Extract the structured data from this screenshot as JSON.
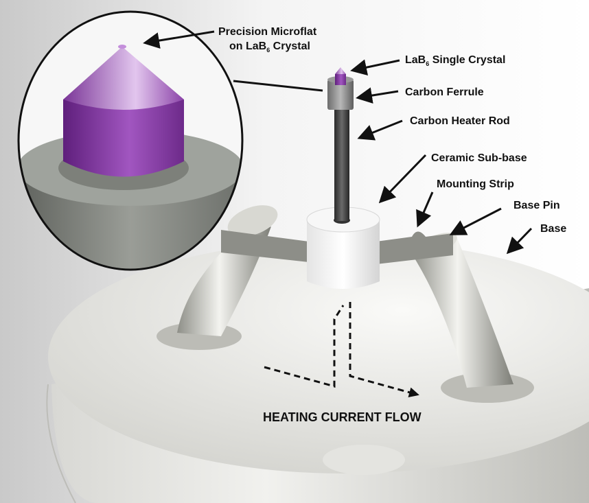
{
  "labels": {
    "microflat": {
      "line1": "Precision Microflat",
      "line2_pre": "on LaB",
      "line2_sub": "6",
      "line2_post": " Crystal"
    },
    "single_crystal": {
      "pre": "LaB",
      "sub": "6",
      "post": " Single Crystal"
    },
    "ferrule": "Carbon Ferrule",
    "heater_rod": "Carbon Heater Rod",
    "sub_base": "Ceramic Sub-base",
    "mounting_strip": "Mounting Strip",
    "base_pin": "Base Pin",
    "base": "Base",
    "current_flow": "HEATING CURRENT FLOW"
  },
  "colors": {
    "crystal": "#8a3aa8",
    "carbon": "#3a3a3a",
    "ceramic": "#f2f2f2",
    "metal": "#b9bab4"
  }
}
